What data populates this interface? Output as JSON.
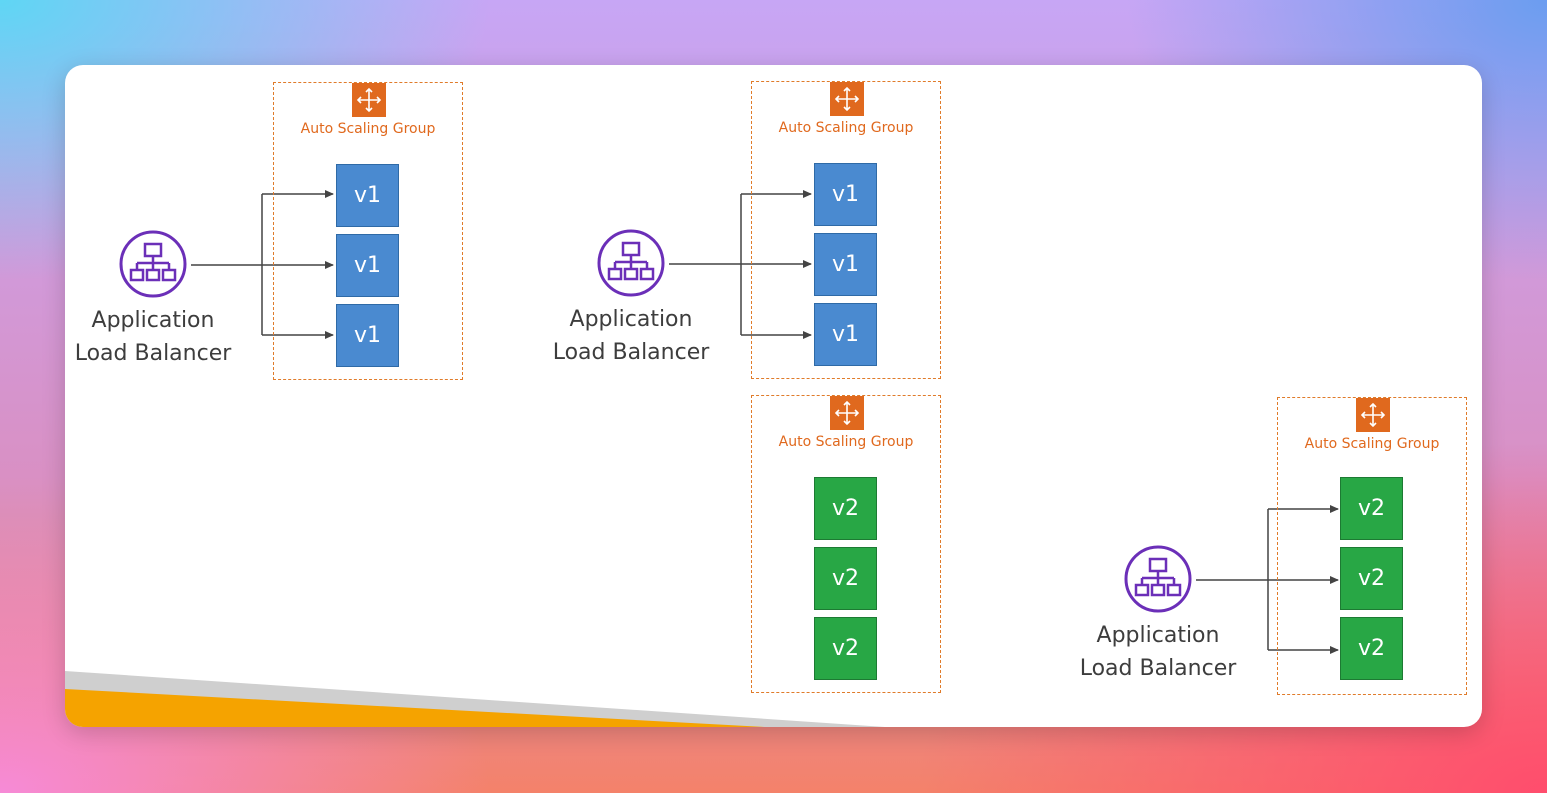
{
  "colors": {
    "asg_border": "#e07b2a",
    "asg_orange": "#e0691e",
    "v1_blue": "#4a8ad0",
    "v2_green": "#28a745",
    "alb_purple": "#6b2fb8",
    "arrow": "#444444"
  },
  "icons": {
    "asg": "auto-scaling-icon",
    "alb": "application-load-balancer-icon"
  },
  "scenes": [
    {
      "alb": {
        "line1": "Application",
        "line2": "Load Balancer"
      },
      "groups": [
        {
          "label": "Auto Scaling Group",
          "instances": [
            "v1",
            "v1",
            "v1"
          ]
        }
      ]
    },
    {
      "alb": {
        "line1": "Application",
        "line2": "Load Balancer"
      },
      "groups": [
        {
          "label": "Auto Scaling Group",
          "instances": [
            "v1",
            "v1",
            "v1"
          ]
        },
        {
          "label": "Auto Scaling Group",
          "instances": [
            "v2",
            "v2",
            "v2"
          ]
        }
      ]
    },
    {
      "alb": {
        "line1": "Application",
        "line2": "Load Balancer"
      },
      "groups": [
        {
          "label": "Auto Scaling Group",
          "instances": [
            "v2",
            "v2",
            "v2"
          ]
        }
      ]
    }
  ]
}
